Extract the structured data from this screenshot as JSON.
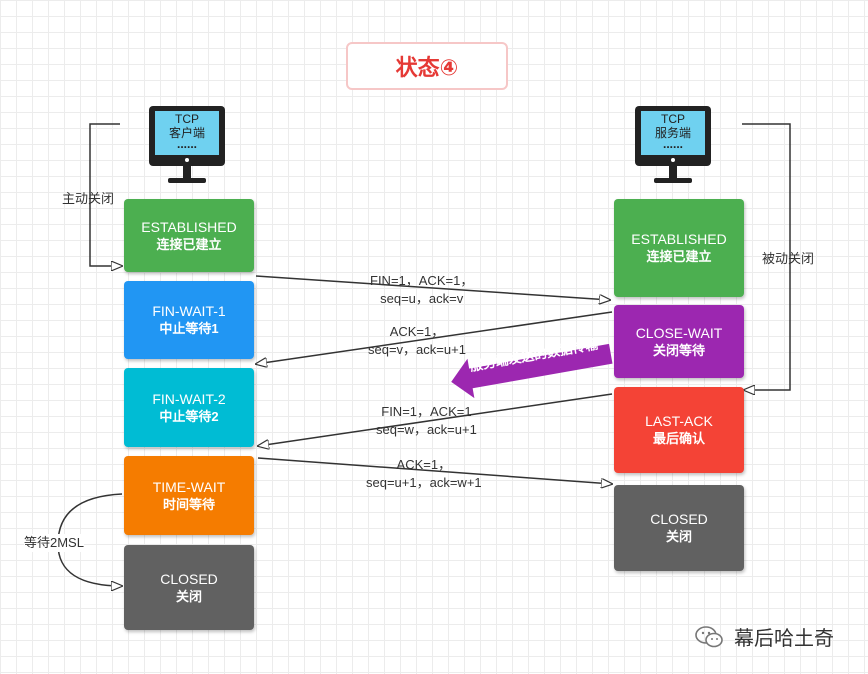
{
  "title": "状态④",
  "client": {
    "line1": "TCP",
    "line2": "客户端",
    "dots": "......"
  },
  "server": {
    "line1": "TCP",
    "line2": "服务端",
    "dots": "......"
  },
  "notes": {
    "active_close": "主动关闭",
    "passive_close": "被动关闭",
    "wait_2msl": "等待2MSL"
  },
  "client_states": [
    {
      "en": "ESTABLISHED",
      "zh": "连接已建立",
      "color": "#4caf50"
    },
    {
      "en": "FIN-WAIT-1",
      "zh": "中止等待1",
      "color": "#2196f3"
    },
    {
      "en": "FIN-WAIT-2",
      "zh": "中止等待2",
      "color": "#00bcd4"
    },
    {
      "en": "TIME-WAIT",
      "zh": "时间等待",
      "color": "#f57c00"
    },
    {
      "en": "CLOSED",
      "zh": "关闭",
      "color": "#616161"
    }
  ],
  "server_states": [
    {
      "en": "ESTABLISHED",
      "zh": "连接已建立",
      "color": "#4caf50"
    },
    {
      "en": "CLOSE-WAIT",
      "zh": "关闭等待",
      "color": "#9c27b0"
    },
    {
      "en": "LAST-ACK",
      "zh": "最后确认",
      "color": "#f44336"
    },
    {
      "en": "CLOSED",
      "zh": "关闭",
      "color": "#616161"
    }
  ],
  "messages": [
    {
      "line1": "FIN=1，ACK=1，",
      "line2": "seq=u，ack=v"
    },
    {
      "line1": "ACK=1，",
      "line2": "seq=v，ack=u+1"
    },
    {
      "line1": "FIN=1，ACK=1",
      "line2": "seq=w，ack=u+1"
    },
    {
      "line1": "ACK=1，",
      "line2": "seq=u+1，ack=w+1"
    }
  ],
  "data_transfer": "服务端发送的数据传输",
  "watermark": "幕后哈土奇"
}
